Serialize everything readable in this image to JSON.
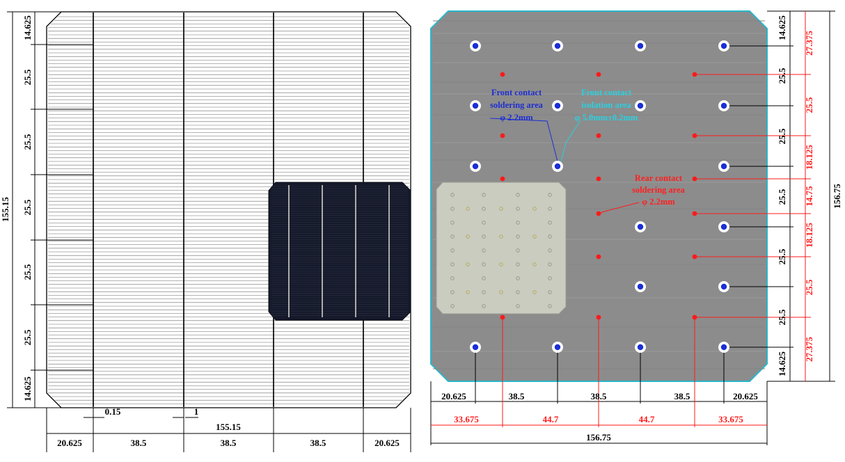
{
  "front_view": {
    "dims": {
      "row_pitches": [
        "14.625",
        "25.5",
        "25.5",
        "25.5",
        "25.5",
        "25.5",
        "14.625"
      ],
      "total_height": "155.15",
      "column_pitches": [
        "20.625",
        "38.5",
        "38.5",
        "38.5",
        "20.625"
      ],
      "total_width": "155.15",
      "finger_width": "0.15",
      "busbar_width": "1"
    },
    "photo_alt": "front side photo"
  },
  "rear_view": {
    "labels": {
      "front_contact_soldering": [
        "Front contact",
        "soldering area",
        "φ 2.2mm"
      ],
      "front_contact_isolation": [
        "Front contact",
        "isolation area",
        "φ 5.0mm±0.2mm"
      ],
      "rear_contact_soldering": [
        "Rear contact",
        "soldering area",
        "φ 2.2mm"
      ]
    },
    "dims": {
      "row_pitches_black": [
        "14.625",
        "25.5",
        "25.5",
        "25.5",
        "25.5",
        "25.5",
        "14.625"
      ],
      "row_pitches_red": [
        "27.375",
        "25.5",
        "18.125",
        "14.75",
        "18.125",
        "25.5",
        "27.375"
      ],
      "total_height": "156.75",
      "column_pitches_black": [
        "20.625",
        "38.5",
        "38.5",
        "38.5",
        "20.625"
      ],
      "column_pitches_red": [
        "33.675",
        "44.7",
        "44.7",
        "33.675"
      ],
      "total_width": "156.75"
    },
    "colors": {
      "cell_gray": "#8c8c8c",
      "outline_cyan": "#29b6c9",
      "front_pad_blue": "#1a2fd6",
      "rear_pad_red": "#ff1a1a",
      "label_blue": "#1f2fd0",
      "label_cyan": "#2ad0e0",
      "label_red": "#ff2020"
    }
  }
}
